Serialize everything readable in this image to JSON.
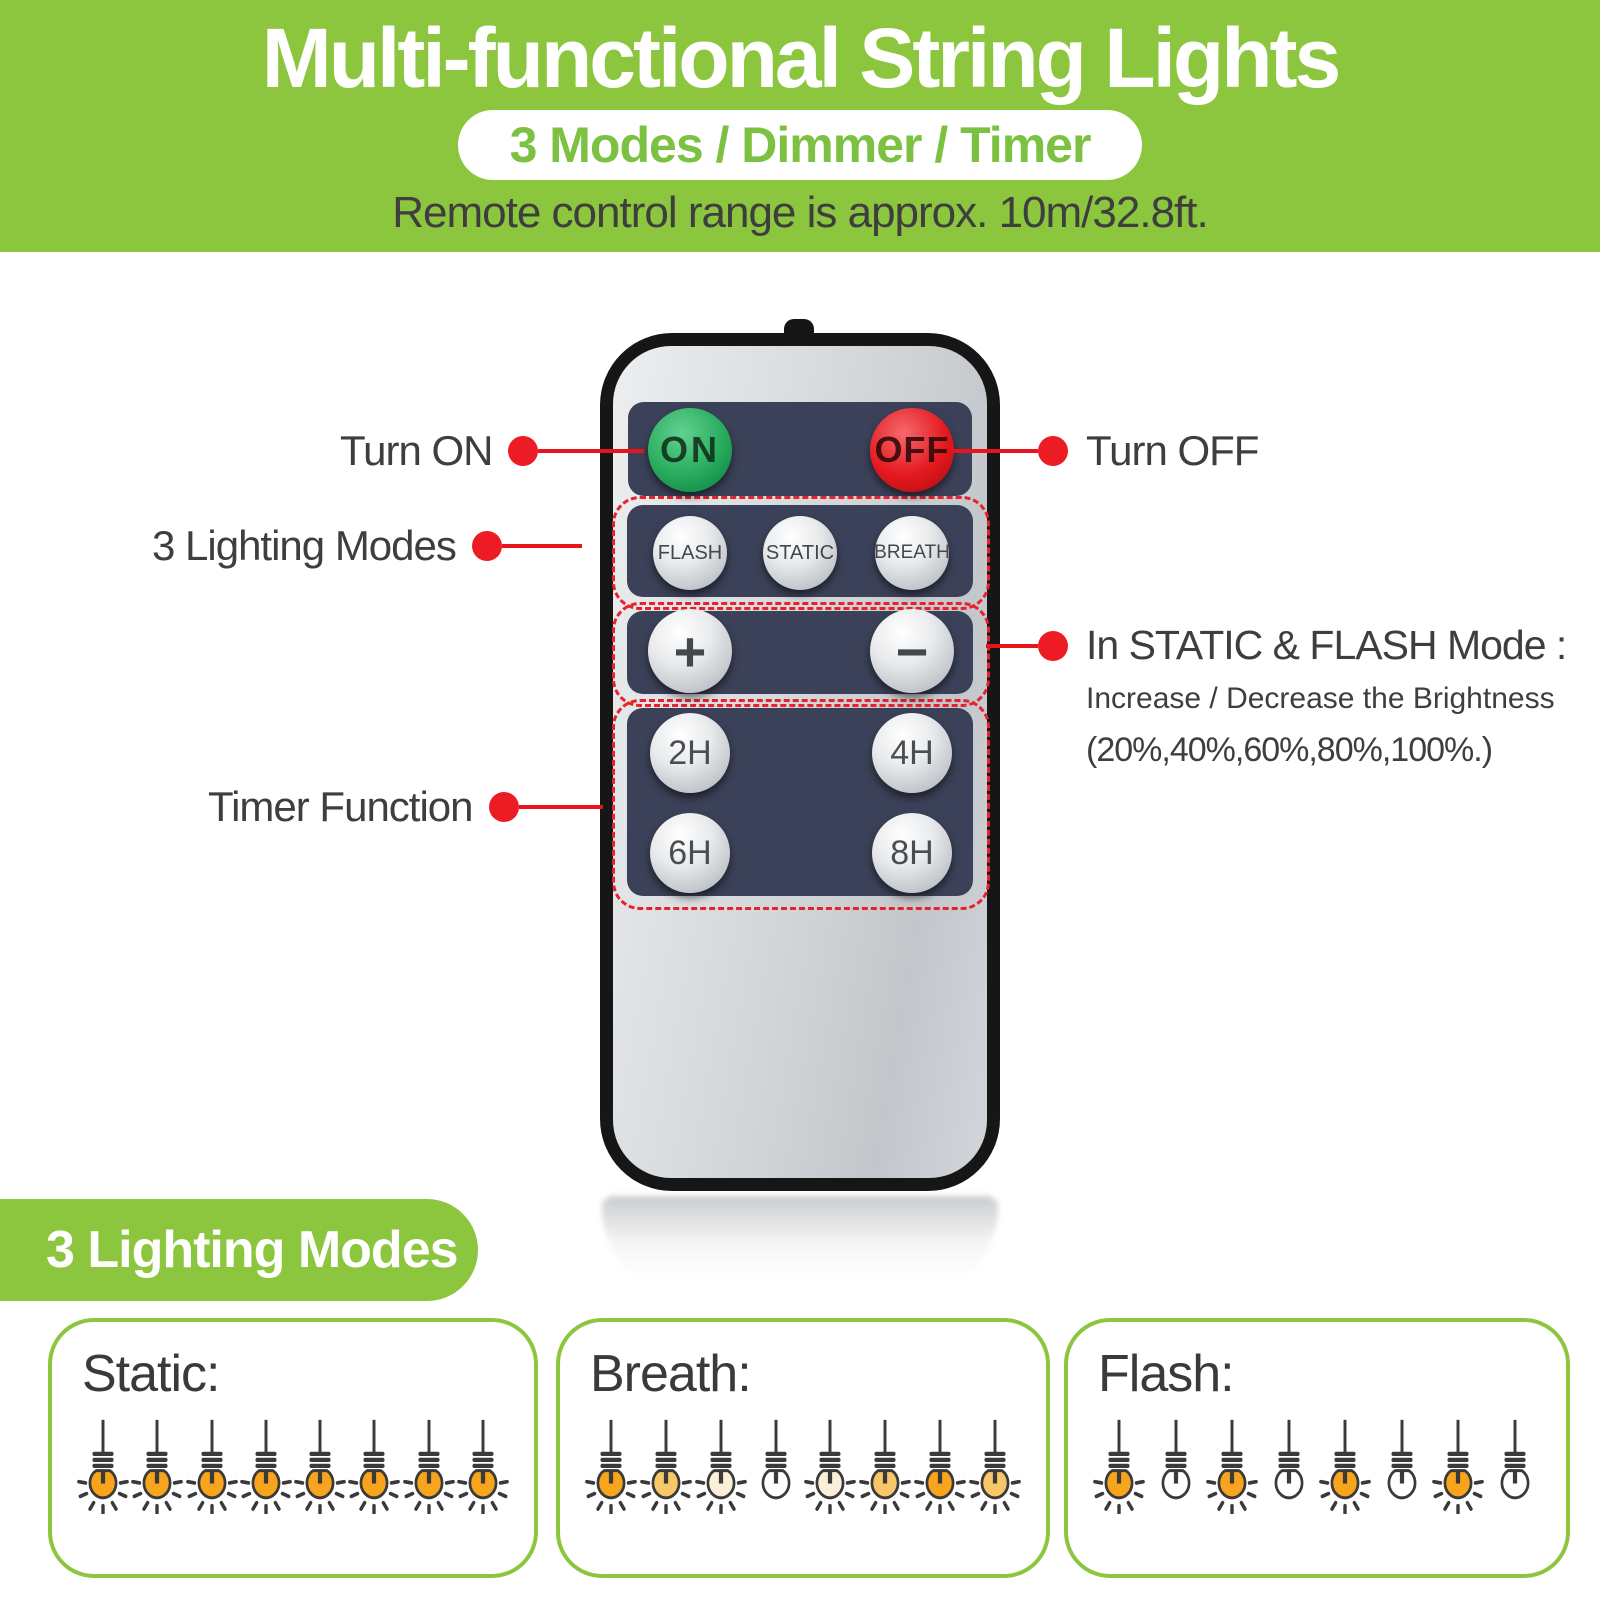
{
  "header": {
    "title": "Multi-functional String Lights",
    "badge": "3 Modes / Dimmer / Timer",
    "subtitle": "Remote control range is approx. 10m/32.8ft."
  },
  "remote": {
    "on_label": "ON",
    "off_label": "OFF",
    "mode_buttons": [
      "FLASH",
      "STATIC",
      "BREATH"
    ],
    "plus_label": "+",
    "minus_label": "−",
    "timer_buttons": [
      "2H",
      "4H",
      "6H",
      "8H"
    ]
  },
  "callouts": {
    "turn_on": "Turn ON",
    "turn_off": "Turn OFF",
    "lighting_modes": "3 Lighting Modes",
    "timer": "Timer Function",
    "dimmer_title": "In STATIC & FLASH Mode :",
    "dimmer_line1": "Increase / Decrease the Brightness",
    "dimmer_line2": "(20%,40%,60%,80%,100%.)"
  },
  "footer": {
    "tab": "3 Lighting Modes",
    "modes": [
      {
        "label": "Static:",
        "bulbs": [
          "on",
          "on",
          "on",
          "on",
          "on",
          "on",
          "on",
          "on"
        ]
      },
      {
        "label": "Breath:",
        "bulbs": [
          "on",
          "mid",
          "dim",
          "off",
          "dim",
          "mid",
          "on",
          "mid"
        ]
      },
      {
        "label": "Flash:",
        "bulbs": [
          "on",
          "off",
          "on",
          "off",
          "on",
          "off",
          "on",
          "off"
        ]
      }
    ]
  },
  "colors": {
    "brand_green": "#8CC63E",
    "accent_red": "#ED1C24",
    "panel_navy": "#3B4158",
    "bulb_on": "#F9A41D",
    "bulb_mid": "#F8C868",
    "bulb_dim": "#FAEFD8",
    "bulb_off": "#FFFFFF",
    "bulb_outline": "#3A3A3A"
  }
}
